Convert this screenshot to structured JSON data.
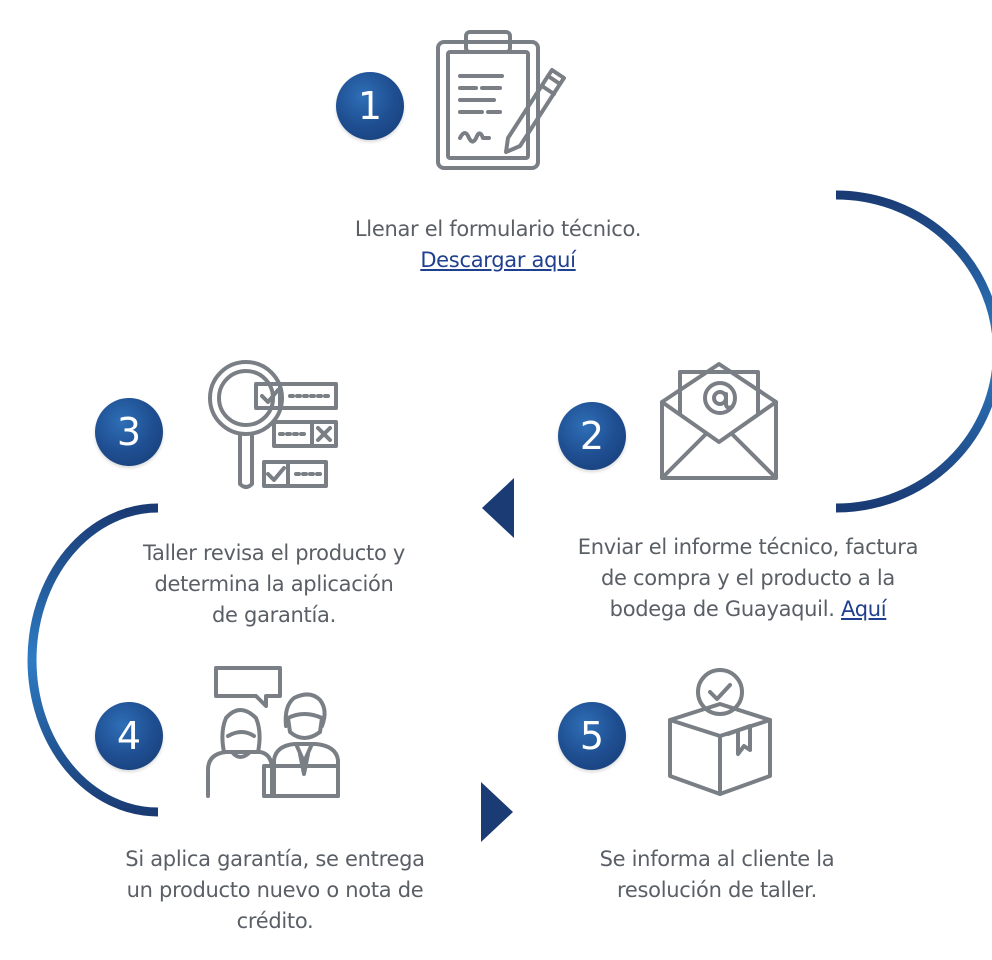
{
  "colors": {
    "path_dark": "#1a3b74",
    "path_light": "#2e7cc4",
    "badge": "#1f4f92",
    "icon_stroke": "#7a7f85",
    "text": "#5a5f66",
    "link": "#1f3f8f"
  },
  "steps": [
    {
      "number": "1",
      "icon": "clipboard-form-icon",
      "text_lines": [
        "Llenar el formulario técnico."
      ],
      "link": "Descargar aquí"
    },
    {
      "number": "2",
      "icon": "email-envelope-icon",
      "text_lines": [
        "Enviar el informe técnico, factura",
        "de compra y el producto a la",
        "bodega de Guayaquil."
      ],
      "link": "Aquí"
    },
    {
      "number": "3",
      "icon": "magnifier-checklist-icon",
      "text_lines": [
        "Taller revisa el producto y",
        "determina la aplicación",
        "de garantía."
      ]
    },
    {
      "number": "4",
      "icon": "people-conversation-icon",
      "text_lines": [
        "Si aplica garantía, se entrega",
        "un producto nuevo o nota de",
        "crédito."
      ]
    },
    {
      "number": "5",
      "icon": "approved-box-icon",
      "text_lines": [
        "Se informa al cliente la",
        "resolución de taller."
      ]
    }
  ]
}
